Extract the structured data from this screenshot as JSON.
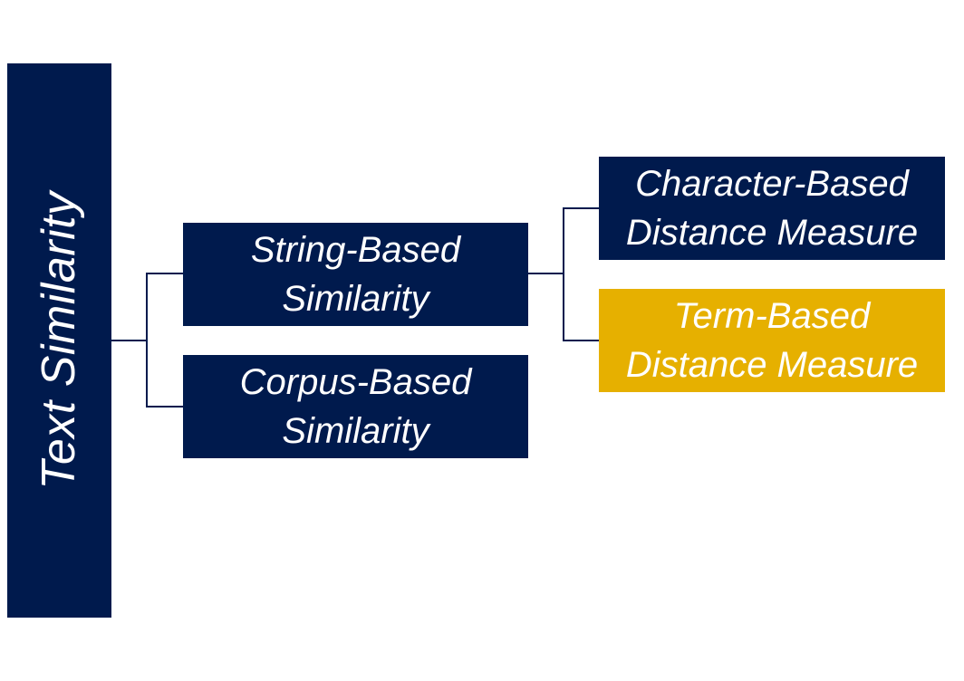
{
  "colors": {
    "primary": "#001a4d",
    "highlight": "#e6b000",
    "text": "#ffffff",
    "connector": "#001a4d"
  },
  "root": {
    "label": "Text Similarity"
  },
  "level2": [
    {
      "line1": "String-Based",
      "line2": "Similarity"
    },
    {
      "line1": "Corpus-Based",
      "line2": "Similarity"
    }
  ],
  "level3": [
    {
      "line1": "Character-Based",
      "line2": "Distance Measure",
      "highlighted": false
    },
    {
      "line1": "Term-Based",
      "line2": "Distance Measure",
      "highlighted": true
    }
  ]
}
